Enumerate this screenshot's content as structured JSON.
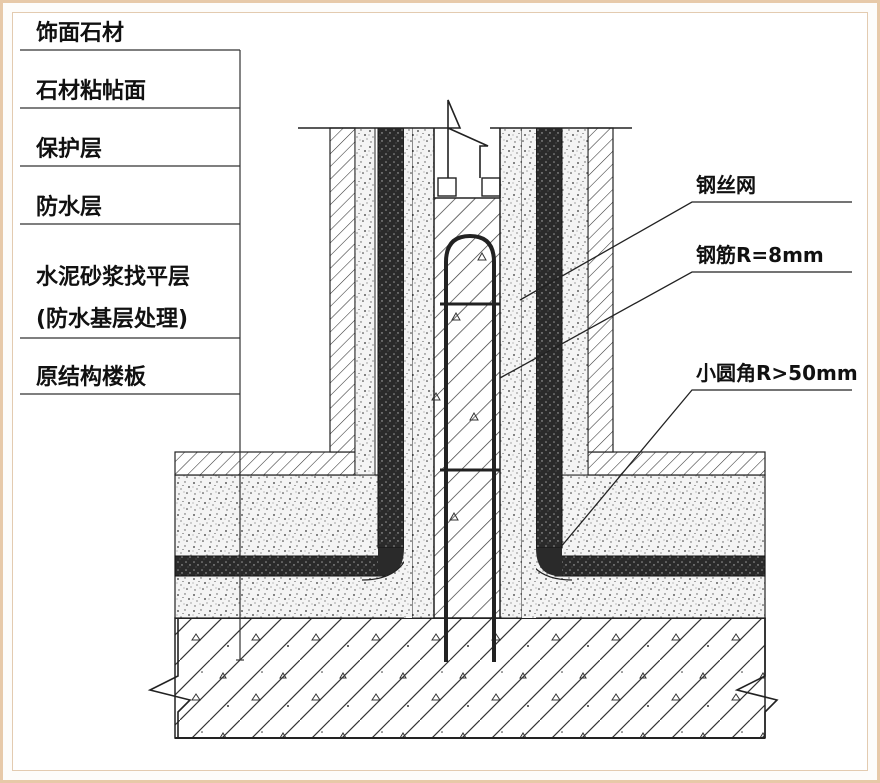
{
  "left_labels": [
    "饰面石材",
    "石材粘帖面",
    "保护层",
    "防水层",
    "水泥砂浆找平层",
    "(防水基层处理)",
    "原结构楼板"
  ],
  "right_labels": [
    "钢丝网",
    "钢筋R=8mm",
    "小圆角R>50mm"
  ]
}
